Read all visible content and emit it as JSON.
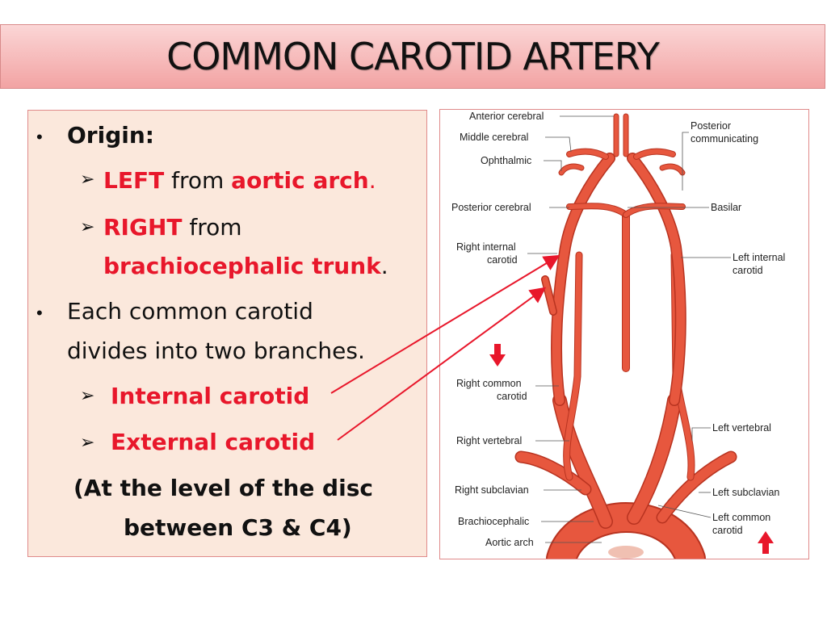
{
  "title": "COMMON CAROTID ARTERY",
  "text": {
    "origin_heading": "Origin:",
    "left_word": "LEFT",
    "from1": " from ",
    "aortic_arch": "aortic arch",
    "period1": ".",
    "right_word": "RIGHT",
    "from2": " from",
    "brachio_trunk": "brachiocephalic trunk",
    "period2": ".",
    "divides_line1": " Each common carotid",
    "divides_line2": "divides into two branches.",
    "internal": "Internal carotid",
    "external": "External carotid",
    "level_line1": "(At the level of the disc",
    "level_line2": "between C3 & C4)"
  },
  "diagram_labels": {
    "anterior_cerebral": "Anterior cerebral",
    "middle_cerebral": "Middle cerebral",
    "ophthalmic": "Ophthalmic",
    "posterior_cerebral": "Posterior cerebral",
    "right_internal_1": "Right internal",
    "right_internal_2": "carotid",
    "right_common_1": "Right common",
    "right_common_2": "carotid",
    "right_vertebral": "Right vertebral",
    "right_subclavian": "Right subclavian",
    "brachiocephalic": "Brachiocephalic",
    "aortic_arch": "Aortic arch",
    "posterior_comm_1": "Posterior",
    "posterior_comm_2": "communicating",
    "basilar": "Basilar",
    "left_internal_1": "Left internal",
    "left_internal_2": "carotid",
    "left_vertebral": "Left vertebral",
    "left_subclavian": "Left subclavian",
    "left_common_1": "Left common",
    "left_common_2": "carotid"
  },
  "colors": {
    "accent_red": "#e8172b",
    "artery": "#e7573e",
    "panel_bg": "#fbe8dc",
    "title_bg": "#f2a3a3"
  },
  "icons": [
    "bullet-icon",
    "arrow-bullet-icon",
    "down-arrow-icon",
    "up-arrow-icon"
  ]
}
